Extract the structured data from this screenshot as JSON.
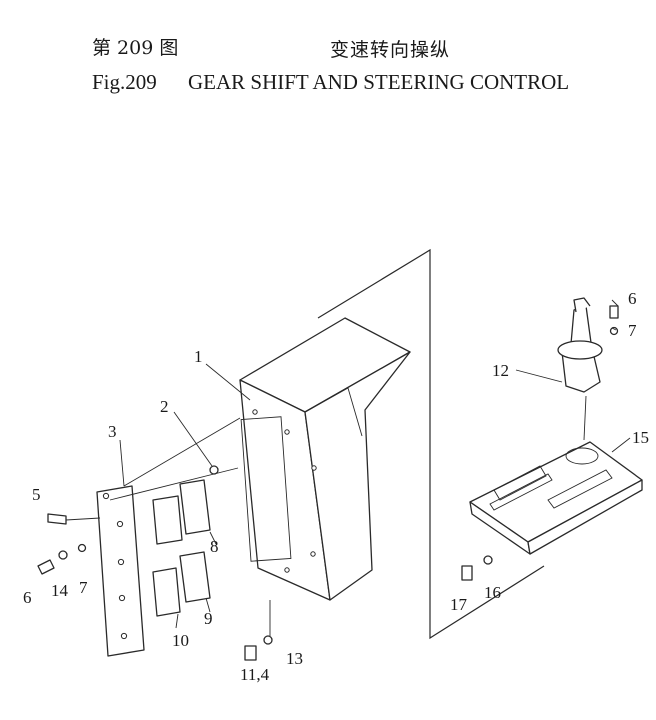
{
  "header": {
    "figure_cn": "第 209 图",
    "title_cn": "变速转向操纵",
    "figure_en": "Fig.209",
    "title_en": "GEAR SHIFT AND STEERING CONTROL"
  },
  "callouts": [
    "1",
    "2",
    "3",
    "5",
    "6",
    "14",
    "7",
    "8",
    "9",
    "10",
    "11,4",
    "13",
    "6",
    "7",
    "12",
    "15",
    "17",
    "16"
  ]
}
